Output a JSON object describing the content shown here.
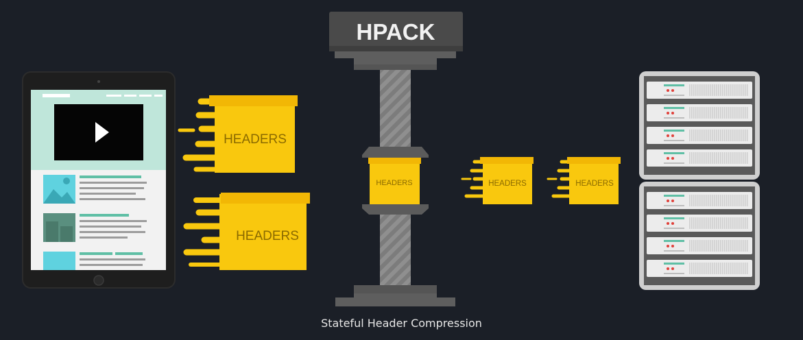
{
  "press": {
    "label": "HPACK"
  },
  "packets": {
    "large_top": "HEADERS",
    "large_bottom": "HEADERS",
    "compressed": "HEADERS",
    "out_1": "HEADERS",
    "out_2": "HEADERS"
  },
  "caption": "Stateful Header Compression",
  "colors": {
    "background": "#1b1f27",
    "packet_yellow": "#f9c80e",
    "packet_lid": "#f2b705",
    "packet_text": "#8a6a00",
    "press_gray": "#5a5a5a",
    "press_top": "#4a4a4a",
    "tablet_frame": "#222222",
    "server_frame": "#c9c9c9"
  },
  "icons": {
    "client": "tablet-icon",
    "server": "server-rack-icon",
    "video": "play-icon"
  }
}
